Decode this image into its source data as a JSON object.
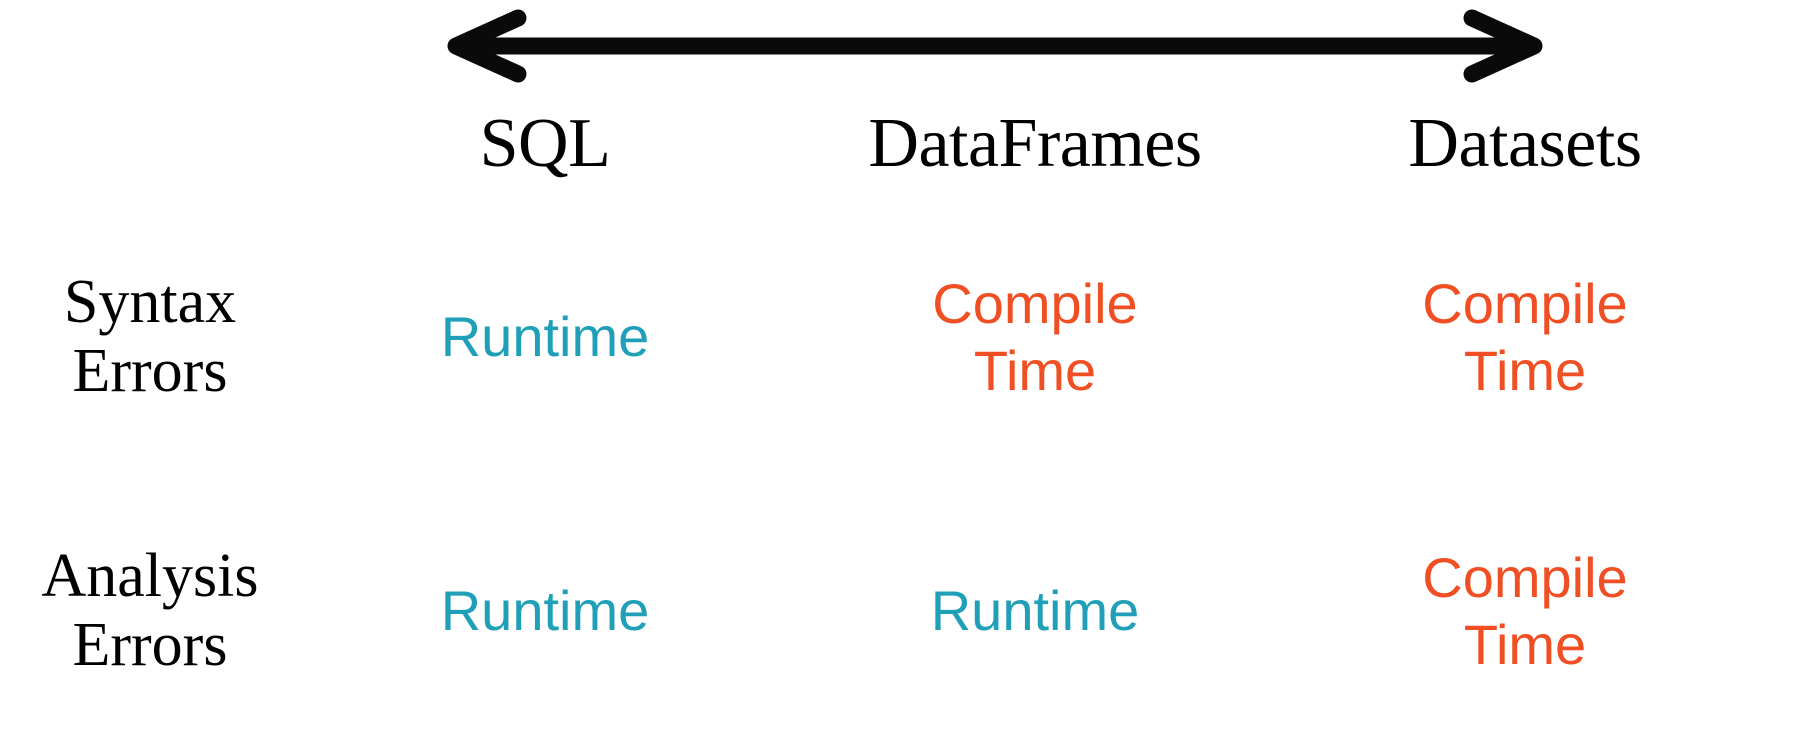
{
  "diagram": {
    "title_arrow": {
      "name": "spectrum-arrow",
      "direction": "double-headed-horizontal",
      "color": "#000000"
    },
    "colors": {
      "runtime": "#1FA0B8",
      "compile_time": "#F04E23",
      "text": "#000000",
      "background": "#FFFFFF"
    },
    "columns": [
      {
        "label": "SQL"
      },
      {
        "label": "DataFrames"
      },
      {
        "label": "Datasets"
      }
    ],
    "rows": [
      {
        "label_line1": "Syntax",
        "label_line2": "Errors",
        "cells": [
          {
            "line1": "Runtime",
            "line2": "",
            "kind": "runtime"
          },
          {
            "line1": "Compile",
            "line2": "Time",
            "kind": "compile"
          },
          {
            "line1": "Compile",
            "line2": "Time",
            "kind": "compile"
          }
        ]
      },
      {
        "label_line1": "Analysis",
        "label_line2": "Errors",
        "cells": [
          {
            "line1": "Runtime",
            "line2": "",
            "kind": "runtime"
          },
          {
            "line1": "Runtime",
            "line2": "",
            "kind": "runtime"
          },
          {
            "line1": "Compile",
            "line2": "Time",
            "kind": "compile"
          }
        ]
      }
    ]
  }
}
